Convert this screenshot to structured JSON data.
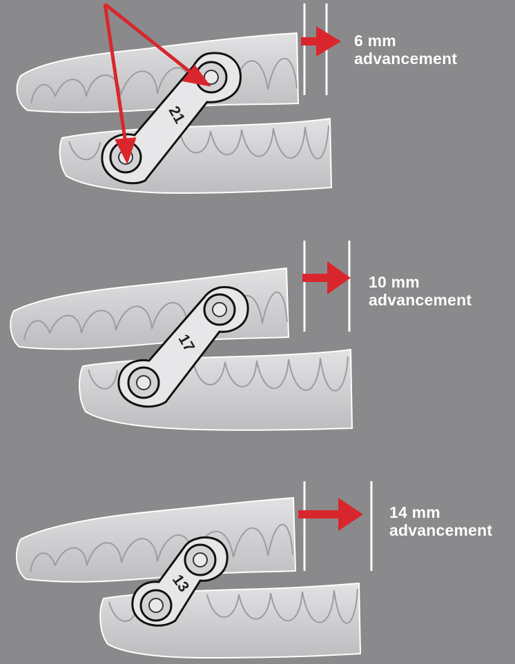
{
  "background": "#8a8a8c",
  "arrow_color": "#d9262c",
  "panels": [
    {
      "connector_number": "21",
      "advancement": "6 mm",
      "advancement_word": "advancement"
    },
    {
      "connector_number": "17",
      "advancement": "10 mm",
      "advancement_word": "advancement"
    },
    {
      "connector_number": "13",
      "advancement": "14 mm",
      "advancement_word": "advancement"
    }
  ]
}
